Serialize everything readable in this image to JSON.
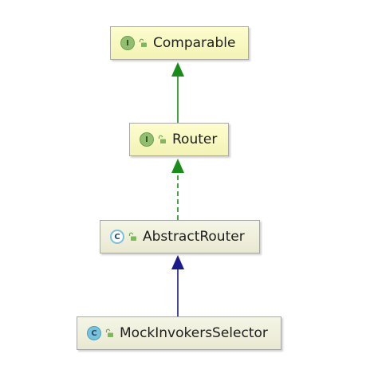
{
  "colors": {
    "implements_edge": "#188d18",
    "extends_edge": "#1b1b8c",
    "interface_badge": "#8fbf6f",
    "class_badge": "#78c2dd"
  },
  "nodes": {
    "comparable": {
      "kind": "interface",
      "badge": "I",
      "icon": "unlock-icon",
      "label": "Comparable"
    },
    "router": {
      "kind": "interface",
      "badge": "I",
      "icon": "unlock-icon",
      "label": "Router"
    },
    "abstract_router": {
      "kind": "abstract-class",
      "badge": "C",
      "icon": "unlock-icon",
      "label": "AbstractRouter"
    },
    "mock_invokers_selector": {
      "kind": "class",
      "badge": "C",
      "icon": "unlock-icon",
      "label": "MockInvokersSelector"
    }
  },
  "edges": [
    {
      "from": "Router",
      "to": "Comparable",
      "relation": "extends-interface",
      "style": "solid"
    },
    {
      "from": "AbstractRouter",
      "to": "Router",
      "relation": "implements",
      "style": "dashed"
    },
    {
      "from": "MockInvokersSelector",
      "to": "AbstractRouter",
      "relation": "extends",
      "style": "solid"
    }
  ]
}
